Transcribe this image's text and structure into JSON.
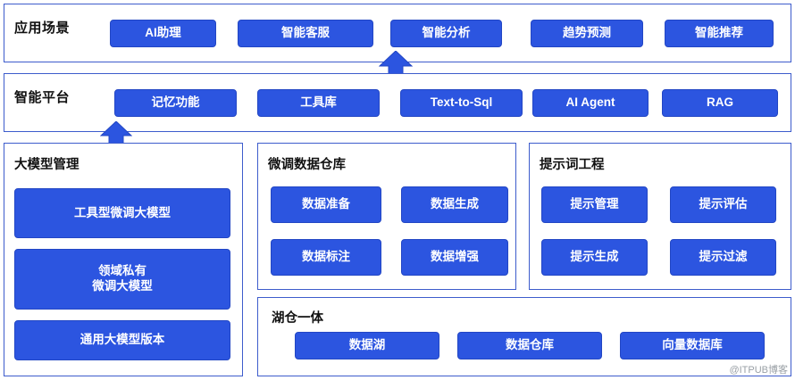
{
  "sections": {
    "application_scenarios": {
      "title": "应用场景",
      "items": [
        {
          "label": "AI助理"
        },
        {
          "label": "智能客服"
        },
        {
          "label": "智能分析"
        },
        {
          "label": "趋势预测"
        },
        {
          "label": "智能推荐"
        }
      ]
    },
    "intelligent_platform": {
      "title": "智能平台",
      "items": [
        {
          "label": "记忆功能"
        },
        {
          "label": "工具库"
        },
        {
          "label": "Text-to-Sql"
        },
        {
          "label": "AI Agent"
        },
        {
          "label": "RAG"
        }
      ]
    },
    "large_model_management": {
      "title": "大模型管理",
      "items": [
        {
          "label": "工具型微调大模型"
        },
        {
          "label": "领域私有\n微调大模型"
        },
        {
          "label": "通用大模型版本"
        }
      ]
    },
    "finetune_data_warehouse": {
      "title": "微调数据仓库",
      "items": [
        {
          "label": "数据准备"
        },
        {
          "label": "数据生成"
        },
        {
          "label": "数据标注"
        },
        {
          "label": "数据增强"
        }
      ]
    },
    "prompt_engineering": {
      "title": "提示词工程",
      "items": [
        {
          "label": "提示管理"
        },
        {
          "label": "提示评估"
        },
        {
          "label": "提示生成"
        },
        {
          "label": "提示过滤"
        }
      ]
    },
    "lakehouse": {
      "title": "湖仓一体",
      "items": [
        {
          "label": "数据湖"
        },
        {
          "label": "数据仓库"
        },
        {
          "label": "向量数据库"
        }
      ]
    }
  },
  "watermark": "@ITPUB博客",
  "colors": {
    "chip_fill": "#2c55e0",
    "border": "#3d5ccc",
    "text_on_chip": "#ffffff",
    "arrow": "#2c55e0"
  }
}
